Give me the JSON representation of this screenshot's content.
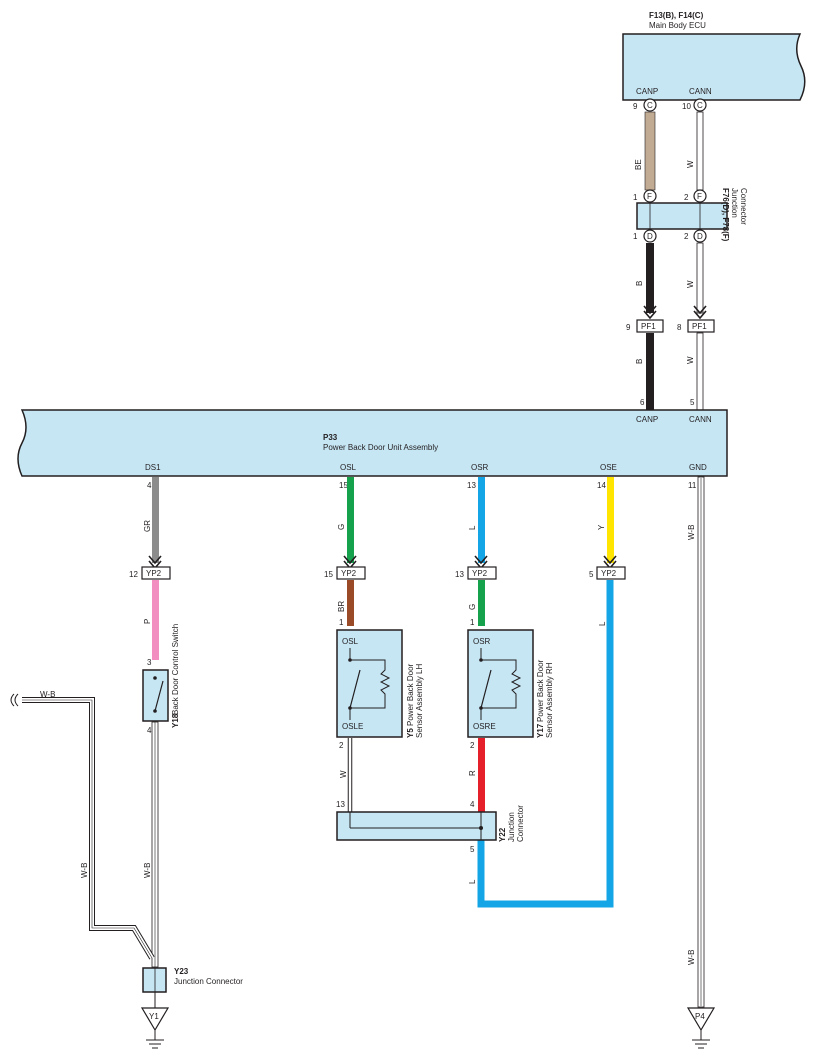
{
  "ecu": {
    "id": "F13(B), F14(C)",
    "name": "Main Body ECU",
    "canp": "CANP",
    "cann": "CANN",
    "canp_pin": "9",
    "cann_pin": "10",
    "canp_conn": "C",
    "cann_conn": "C"
  },
  "jc_f76": {
    "id": "F76(D), F78(F)",
    "name_line1": "Junction",
    "name_line2": "Connector",
    "pin_top1": "1",
    "pin_top2": "2",
    "pin_bot1": "1",
    "pin_bot2": "2",
    "conn_top": "F",
    "conn_bot": "D"
  },
  "pf1": {
    "label": "PF1",
    "pin_left": "9",
    "pin_right": "8"
  },
  "p33": {
    "id": "P33",
    "name": "Power Back Door Unit Assembly",
    "top_pins": [
      {
        "pin": "6",
        "label": "CANP"
      },
      {
        "pin": "5",
        "label": "CANN"
      }
    ],
    "bottom_terms": [
      {
        "label": "DS1",
        "pin": "4"
      },
      {
        "label": "OSL",
        "pin": "15"
      },
      {
        "label": "OSR",
        "pin": "13"
      },
      {
        "label": "OSE",
        "pin": "14"
      },
      {
        "label": "GND",
        "pin": "11"
      }
    ]
  },
  "yp2": {
    "label": "YP2",
    "pins": [
      "12",
      "15",
      "13",
      "5"
    ]
  },
  "y18": {
    "id": "Y18",
    "name": "Back Door Control Switch",
    "pin_top": "3",
    "pin_bot": "4"
  },
  "y5": {
    "id": "Y5",
    "name_line1": "Power Back Door",
    "name_line2": "Sensor Assembly LH",
    "top_label": "OSL",
    "bot_label": "OSLE",
    "pin_top": "1",
    "pin_bot": "2"
  },
  "y17": {
    "id": "Y17",
    "name_line1": "Power Back Door",
    "name_line2": "Sensor Assembly RH",
    "top_label": "OSR",
    "bot_label": "OSRE",
    "pin_top": "1",
    "pin_bot": "2"
  },
  "y22": {
    "id": "Y22",
    "name_line1": "Junction",
    "name_line2": "Connector",
    "pin_left": "13",
    "pin_right_top": "4",
    "pin_right_bot": "5"
  },
  "y23": {
    "id": "Y23",
    "name": "Junction Connector"
  },
  "grounds": {
    "y1": "Y1",
    "p4": "P4"
  },
  "wire_labels": {
    "be": "BE",
    "w": "W",
    "b": "B",
    "gr": "GR",
    "g": "G",
    "l": "L",
    "y": "Y",
    "wb": "W-B",
    "p": "P",
    "br": "BR",
    "r": "R"
  },
  "wire_colors": {
    "BE": "#c2ab93",
    "B": "#231f20",
    "GR": "#8c8c8c",
    "G": "#16a14c",
    "L": "#13a5e6",
    "Y": "#ffe500",
    "P": "#f28ec0",
    "BR": "#9b4a27",
    "R": "#e5202a",
    "W": "#ffffff"
  }
}
